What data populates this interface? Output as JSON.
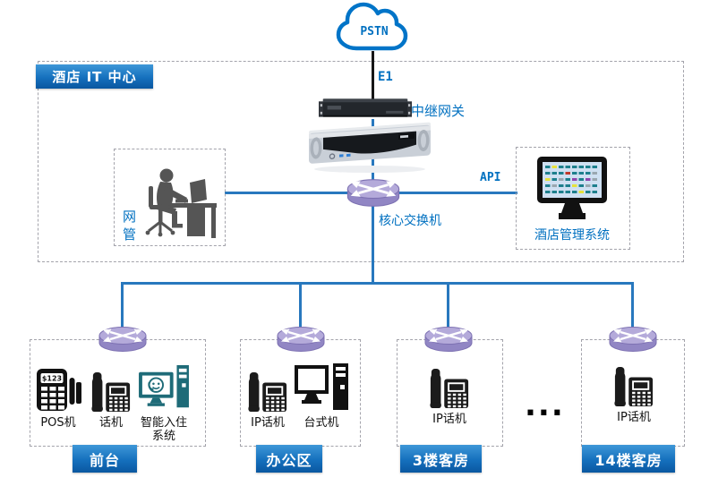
{
  "title_box": {
    "label": "酒店 IT 中心"
  },
  "cloud": {
    "label": "PSTN"
  },
  "connections": {
    "e1": "E1",
    "api": "API"
  },
  "core": {
    "trunk_gateway_label": "中继网关",
    "core_switch_label": "核心交换机"
  },
  "admin": {
    "label": "网管"
  },
  "hotel_system": {
    "label": "酒店管理系统"
  },
  "pos_display": "$123",
  "ellipsis": "...",
  "groups": [
    {
      "label": "前台",
      "devices": [
        {
          "label": "POS机"
        },
        {
          "label": "话机"
        },
        {
          "label": "智能入住系统"
        }
      ]
    },
    {
      "label": "办公区",
      "devices": [
        {
          "label": "IP话机"
        },
        {
          "label": "台式机"
        }
      ]
    },
    {
      "label": "3楼客房",
      "devices": [
        {
          "label": "IP话机"
        }
      ]
    },
    {
      "label": "14楼客房",
      "devices": [
        {
          "label": "IP话机"
        }
      ]
    }
  ],
  "colors": {
    "accent_blue": "#0070C0",
    "line_blue": "#2878BE",
    "plate_gradient_top": "#3E97D8",
    "plate_gradient_bottom": "#0A57A0",
    "router_purple": "#B4AADA",
    "checkin_teal": "#1E6B78",
    "silhouette_gray": "#555555"
  }
}
